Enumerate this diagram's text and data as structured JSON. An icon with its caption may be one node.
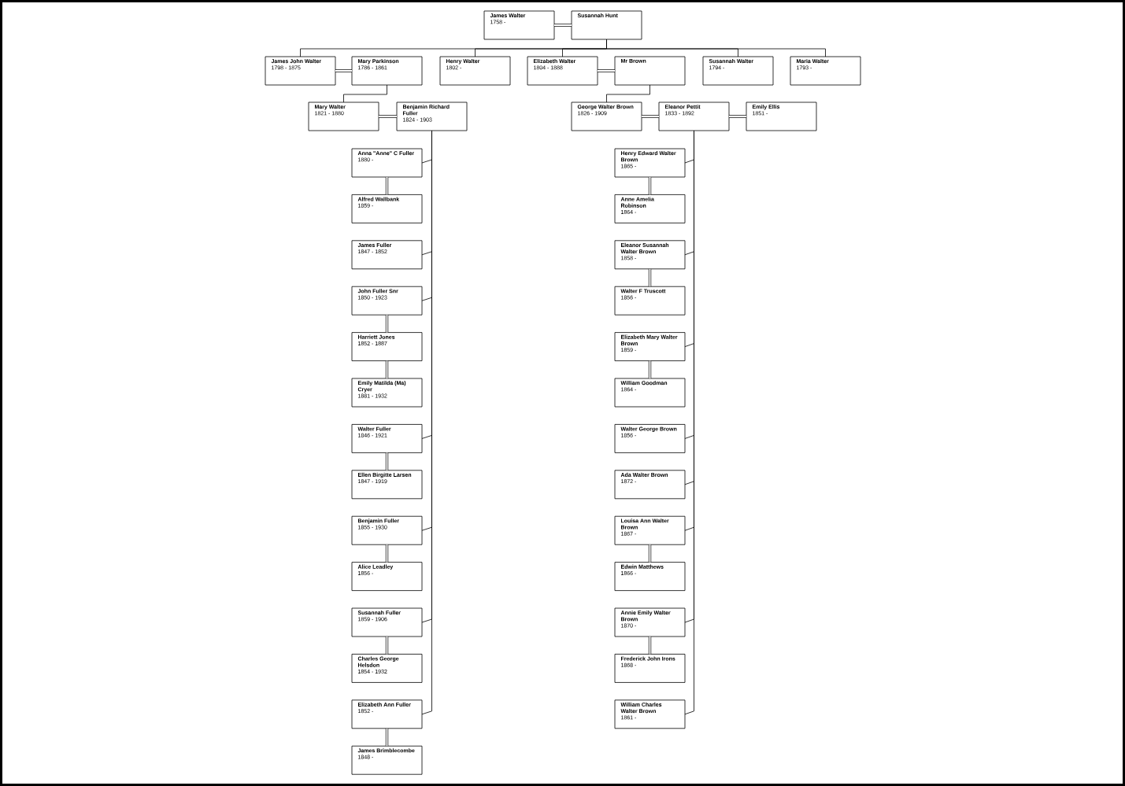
{
  "diagram": {
    "nodes": [
      {
        "text": [
          "James Walter",
          "1758 -"
        ]
      },
      {
        "text": [
          "Susannah Hunt"
        ]
      },
      {
        "text": [
          "James John Walter",
          "1798 - 1875"
        ]
      },
      {
        "text": [
          "Mary Parkinson",
          "1786 - 1861"
        ]
      },
      {
        "text": [
          "Henry Walter",
          "1802 -"
        ]
      },
      {
        "text": [
          "Elizabeth Walter",
          "1804 - 1888"
        ]
      },
      {
        "text": [
          "Mr Brown"
        ]
      },
      {
        "text": [
          "Susannah Walter",
          "1794 -"
        ]
      },
      {
        "text": [
          "Maria Walter",
          "1793 -"
        ]
      },
      {
        "text": [
          "Mary Walter",
          "1821 - 1880"
        ]
      },
      {
        "text": [
          "Benjamin Richard Fuller",
          "1824 - 1903"
        ]
      },
      {
        "text": [
          "George Walter Brown",
          "1826 - 1909"
        ]
      },
      {
        "text": [
          "Eleanor Pettit",
          "1833 - 1892"
        ]
      },
      {
        "text": [
          "Emily Ellis",
          "1851 -"
        ]
      },
      {
        "text": [
          "Anna \"Anne\" C Fuller",
          "1880 -"
        ]
      },
      {
        "text": [
          "Alfred Wallbank",
          "1859 -"
        ]
      },
      {
        "text": [
          "James Fuller",
          "1847 - 1852"
        ]
      },
      {
        "text": [
          "John Fuller Snr",
          "1850 - 1923"
        ]
      },
      {
        "text": [
          "Harriett Jones",
          "1852 - 1887"
        ]
      },
      {
        "text": [
          "Emily Matilda (Ma) Cryer",
          "1881 - 1932"
        ]
      },
      {
        "text": [
          "Walter Fuller",
          "1846 - 1921"
        ]
      },
      {
        "text": [
          "Ellen Birgitte Larsen",
          "1847 - 1919"
        ]
      },
      {
        "text": [
          "Benjamin Fuller",
          "1855 - 1930"
        ]
      },
      {
        "text": [
          "Alice Leadley",
          "1856 -"
        ]
      },
      {
        "text": [
          "Susannah Fuller",
          "1859 - 1906"
        ]
      },
      {
        "text": [
          "Charles George Helsdon",
          "1854 - 1932"
        ]
      },
      {
        "text": [
          "Elizabeth Ann Fuller",
          "1852 -"
        ]
      },
      {
        "text": [
          "James Brimblecombe",
          "1848 -"
        ]
      },
      {
        "text": [
          "Henry Edward Walter Brown",
          "1865 -"
        ]
      },
      {
        "text": [
          "Anne Amelia Robinson",
          "1864 -"
        ]
      },
      {
        "text": [
          "Eleanor Susannah Walter Brown",
          "1858 -"
        ]
      },
      {
        "text": [
          "Walter F Truscott",
          "1856 -"
        ]
      },
      {
        "text": [
          "Elizabeth Mary Walter Brown",
          "1859 -"
        ]
      },
      {
        "text": [
          "William Goodman",
          "1864 -"
        ]
      },
      {
        "text": [
          "Walter George Brown",
          "1856 -"
        ]
      },
      {
        "text": [
          "Ada Walter Brown",
          "1872 -"
        ]
      },
      {
        "text": [
          "Louisa Ann Walter Brown",
          "1867 -"
        ]
      },
      {
        "text": [
          "Edwin Matthews",
          "1866 -"
        ]
      },
      {
        "text": [
          "Annie Emily Walter Brown",
          "1870 -"
        ]
      },
      {
        "text": [
          "Frederick John Irons",
          "1868 -"
        ]
      },
      {
        "text": [
          "William Charles Walter Brown",
          "1861 -"
        ]
      }
    ],
    "edges": [
      {
        "from": 0,
        "to": 1,
        "arrow": "none",
        "style": "thick"
      },
      {
        "from": 1,
        "to": 2,
        "arrow": "none"
      },
      {
        "from": 1,
        "to": 4,
        "arrow": "none"
      },
      {
        "from": 1,
        "to": 5,
        "arrow": "none"
      },
      {
        "from": 1,
        "to": 7,
        "arrow": "none"
      },
      {
        "from": 1,
        "to": 8,
        "arrow": "none"
      },
      {
        "from": 2,
        "to": 3,
        "arrow": "none",
        "style": "thick"
      },
      {
        "from": 5,
        "to": 6,
        "arrow": "none",
        "style": "thick"
      },
      {
        "from": 3,
        "to": 9,
        "arrow": "none"
      },
      {
        "from": 6,
        "to": 11,
        "arrow": "none"
      },
      {
        "from": 9,
        "to": 10,
        "arrow": "none",
        "style": "thick"
      },
      {
        "from": 11,
        "to": 12,
        "arrow": "none",
        "style": "thick"
      },
      {
        "from": 12,
        "to": 13,
        "arrow": "none",
        "style": "thick"
      },
      {
        "from": 10,
        "to": 14,
        "arrow": "none"
      },
      {
        "from": 10,
        "to": 16,
        "arrow": "none"
      },
      {
        "from": 10,
        "to": 17,
        "arrow": "none"
      },
      {
        "from": 10,
        "to": 20,
        "arrow": "none"
      },
      {
        "from": 10,
        "to": 22,
        "arrow": "none"
      },
      {
        "from": 10,
        "to": 24,
        "arrow": "none"
      },
      {
        "from": 10,
        "to": 26,
        "arrow": "none"
      },
      {
        "from": 14,
        "to": 15,
        "arrow": "none",
        "style": "thick"
      },
      {
        "from": 17,
        "to": 18,
        "arrow": "none",
        "style": "thick"
      },
      {
        "from": 18,
        "to": 19,
        "arrow": "none",
        "style": "thick"
      },
      {
        "from": 20,
        "to": 21,
        "arrow": "none",
        "style": "thick"
      },
      {
        "from": 22,
        "to": 23,
        "arrow": "none",
        "style": "thick"
      },
      {
        "from": 24,
        "to": 25,
        "arrow": "none",
        "style": "thick"
      },
      {
        "from": 26,
        "to": 27,
        "arrow": "none",
        "style": "thick"
      },
      {
        "from": 12,
        "to": 28,
        "arrow": "none"
      },
      {
        "from": 12,
        "to": 30,
        "arrow": "none"
      },
      {
        "from": 12,
        "to": 32,
        "arrow": "none"
      },
      {
        "from": 12,
        "to": 34,
        "arrow": "none"
      },
      {
        "from": 12,
        "to": 35,
        "arrow": "none"
      },
      {
        "from": 12,
        "to": 36,
        "arrow": "none"
      },
      {
        "from": 12,
        "to": 38,
        "arrow": "none"
      },
      {
        "from": 12,
        "to": 40,
        "arrow": "none"
      },
      {
        "from": 28,
        "to": 29,
        "arrow": "none",
        "style": "thick"
      },
      {
        "from": 30,
        "to": 31,
        "arrow": "none",
        "style": "thick"
      },
      {
        "from": 32,
        "to": 33,
        "arrow": "none",
        "style": "thick"
      },
      {
        "from": 36,
        "to": 37,
        "arrow": "none",
        "style": "thick"
      },
      {
        "from": 38,
        "to": 39,
        "arrow": "none",
        "style": "thick"
      }
    ]
  }
}
